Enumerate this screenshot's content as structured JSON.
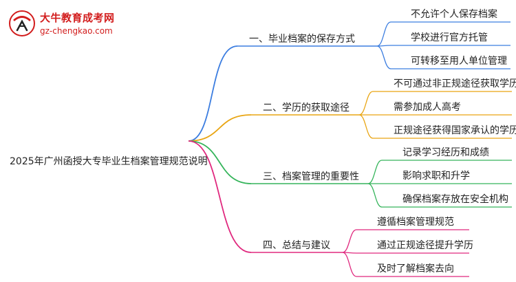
{
  "logo": {
    "name": "大牛教育成考网",
    "url": "gz-chengkao.com"
  },
  "root": "2025年广州函授大专毕业生档案管理规范说明",
  "colors": {
    "branch1": "#3b7de0",
    "branch2": "#e9a512",
    "branch3": "#34b45a",
    "branch4": "#e0287e",
    "logo": "#d21c1c"
  },
  "branches": [
    {
      "label": "一、毕业档案的保存方式",
      "children": [
        "不允许个人保存档案",
        "学校进行官方托管",
        "可转移至用人单位管理"
      ]
    },
    {
      "label": "二、学历的获取途径",
      "children": [
        "不可通过非正规途径获取学历",
        "需参加成人高考",
        "正规途径获得国家承认的学历"
      ]
    },
    {
      "label": "三、档案管理的重要性",
      "children": [
        "记录学习经历和成绩",
        "影响求职和升学",
        "确保档案存放在安全机构"
      ]
    },
    {
      "label": "四、总结与建议",
      "children": [
        "遵循档案管理规范",
        "通过正规途径提升学历",
        "及时了解档案去向"
      ]
    }
  ]
}
